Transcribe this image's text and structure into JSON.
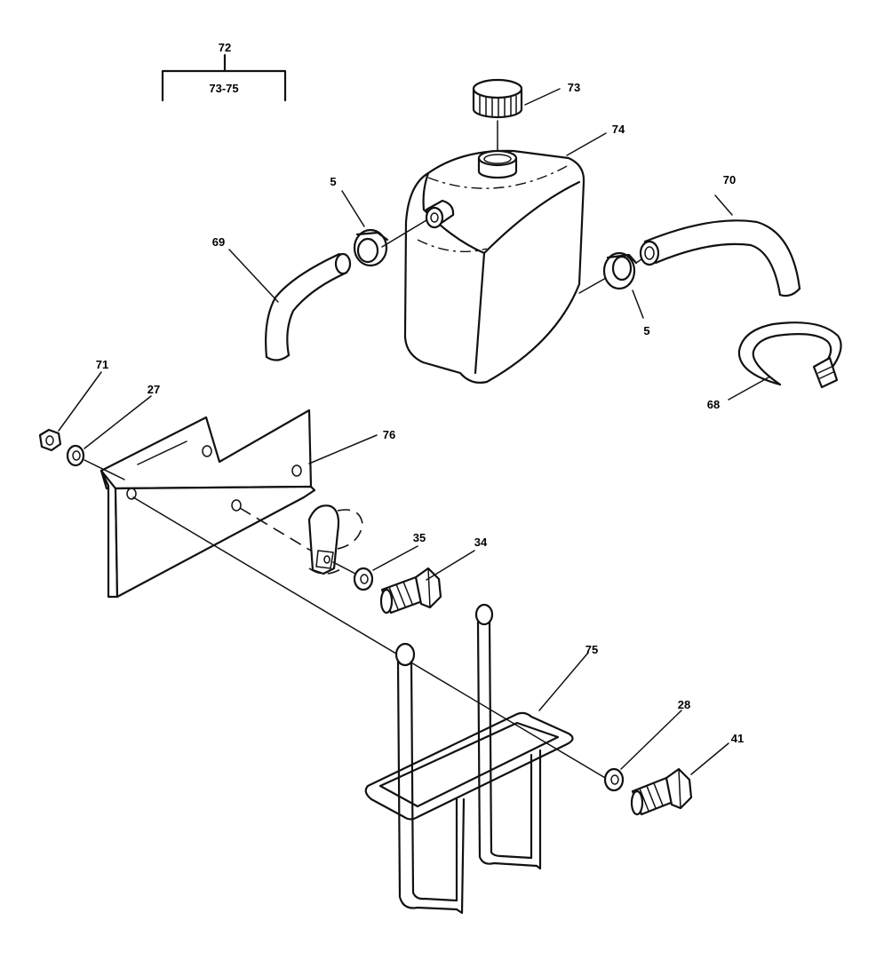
{
  "callouts": {
    "assembly_72": "72",
    "range_73_75": "73-75",
    "cap_73": "73",
    "tank_74": "74",
    "clamp_5_left": "5",
    "clamp_5_right": "5",
    "hose_69": "69",
    "hose_70": "70",
    "strap_68": "68",
    "nut_71": "71",
    "washer_27": "27",
    "bracket_76": "76",
    "washer_35": "35",
    "bolt_34": "34",
    "holder_75": "75",
    "washer_28": "28",
    "bolt_41": "41"
  }
}
